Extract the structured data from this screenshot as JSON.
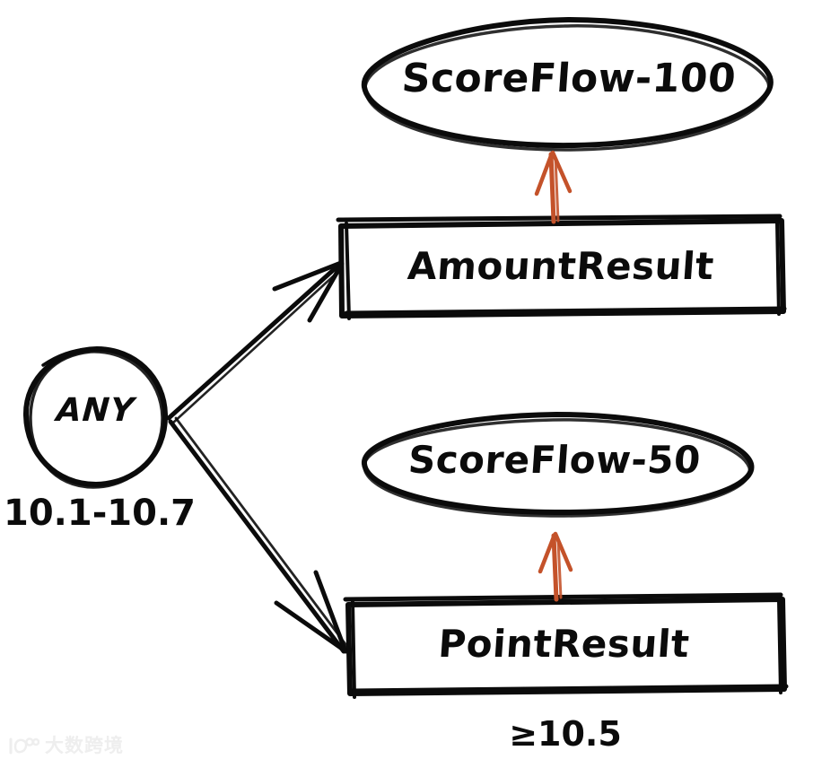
{
  "diagram": {
    "type": "flowchart",
    "style": "hand-drawn sketch",
    "background_color": "#ffffff",
    "stroke_color": "#0b0b0b",
    "accent_color": "#c4522a",
    "nodes": [
      {
        "id": "scoreflow-100",
        "label": "ScoreFlow-100",
        "shape": "ellipse",
        "stroke": "#0b0b0b"
      },
      {
        "id": "amount-result",
        "label": "AmountResult",
        "shape": "rectangle",
        "stroke": "#0b0b0b"
      },
      {
        "id": "any",
        "label": "ANY",
        "shape": "circle",
        "stroke": "#0b0b0b"
      },
      {
        "id": "scoreflow-50",
        "label": "ScoreFlow-50",
        "shape": "ellipse",
        "stroke": "#0b0b0b"
      },
      {
        "id": "point-result",
        "label": "PointResult",
        "shape": "rectangle",
        "stroke": "#0b0b0b"
      }
    ],
    "edges": [
      {
        "id": "any-to-amount-result",
        "from": "any",
        "to": "amount-result",
        "color": "#0b0b0b",
        "arrow": "up-right"
      },
      {
        "id": "any-to-point-result",
        "from": "any",
        "to": "point-result",
        "color": "#0b0b0b",
        "arrow": "down-right"
      },
      {
        "id": "amount-result-to-scoreflow-100",
        "from": "amount-result",
        "to": "scoreflow-100",
        "color": "#c4522a",
        "arrow": "up"
      },
      {
        "id": "point-result-to-scoreflow-50",
        "from": "point-result",
        "to": "scoreflow-50",
        "color": "#c4522a",
        "arrow": "up"
      }
    ],
    "annotations": [
      {
        "id": "any-range",
        "text": "10.1-10.7",
        "attached_to": "any"
      },
      {
        "id": "point-threshold",
        "text": "≥10.5",
        "attached_to": "point-result"
      }
    ]
  },
  "watermark": {
    "text": "大数跨境",
    "logo_icon": "brand-logo-icon",
    "color": "#eeeeee"
  }
}
